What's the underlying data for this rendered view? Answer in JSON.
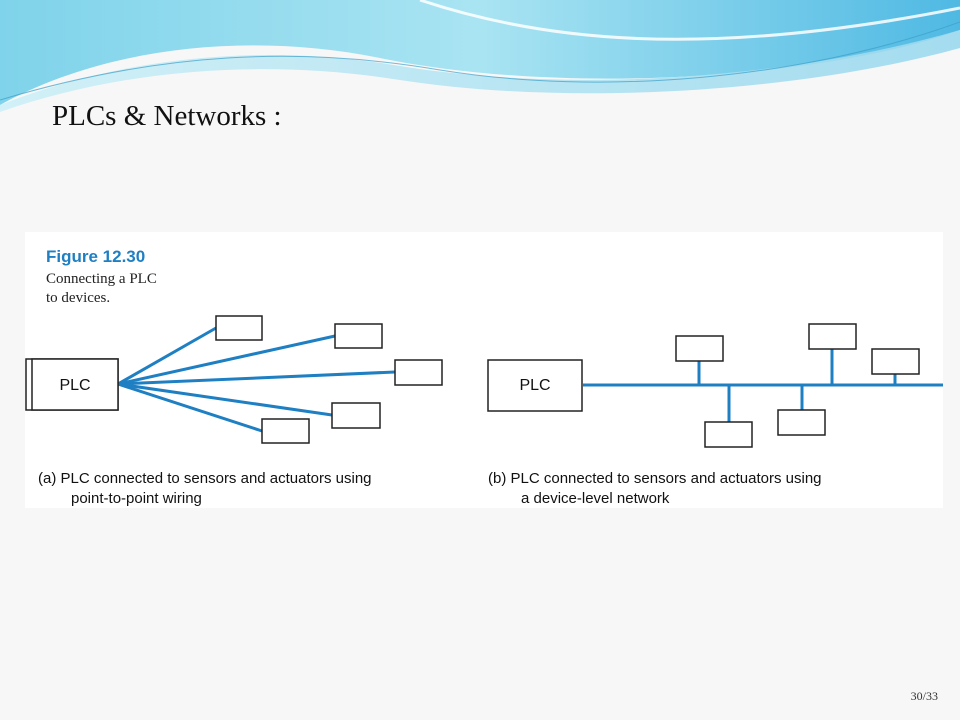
{
  "slide": {
    "title": "PLCs & Networks :",
    "page_number": "30/33"
  },
  "figure": {
    "label": "Figure 12.30",
    "caption": "Connecting a PLC\nto devices.",
    "accent_color": "#1f7fc3",
    "panel_a": {
      "plc_label": "PLC",
      "caption_line1": "(a)  PLC connected to sensors and actuators using",
      "caption_line2": "point-to-point wiring"
    },
    "panel_b": {
      "plc_label": "PLC",
      "caption_line1": "(b)  PLC connected to sensors and actuators using",
      "caption_line2": "a device-level network"
    }
  }
}
